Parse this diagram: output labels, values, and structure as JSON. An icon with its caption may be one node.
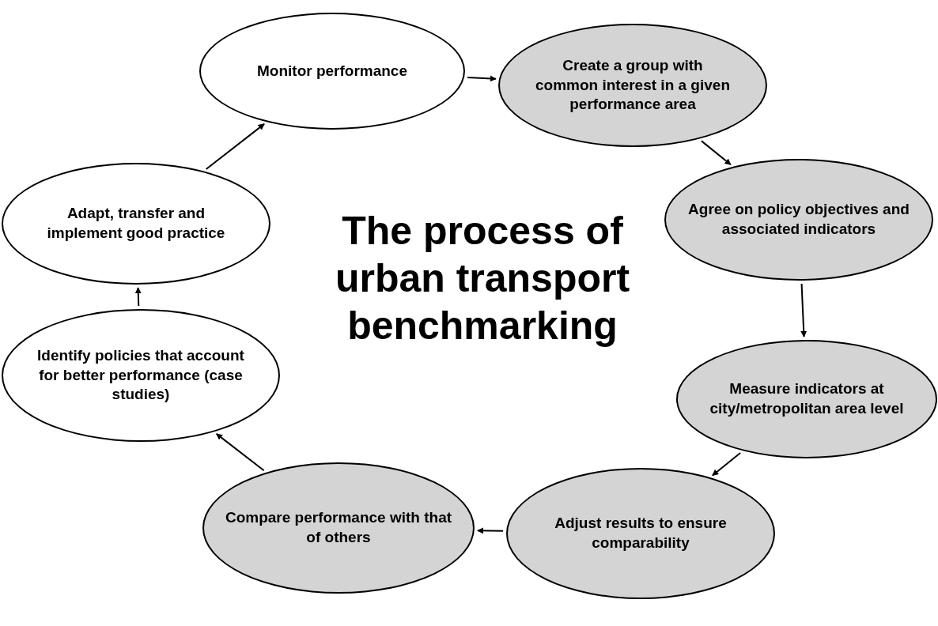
{
  "diagram": {
    "title": "The process of urban transport benchmarking",
    "nodes": [
      {
        "text": [
          "Monitor performance"
        ]
      },
      {
        "text": [
          "Create a group with common interest in a given performance area"
        ]
      },
      {
        "text": [
          "Agree on policy objectives and associated indicators"
        ]
      },
      {
        "text": [
          "Measure indicators at city/metropolitan area level"
        ]
      },
      {
        "text": [
          "Adjust results to ensure comparability"
        ]
      },
      {
        "text": [
          "Compare performance with that of others"
        ]
      },
      {
        "text": [
          "Identify policies that account for better performance (case studies)"
        ]
      },
      {
        "text": [
          "Adapt, transfer and implement good practice"
        ]
      }
    ],
    "edges": [
      {
        "from": 0,
        "to": 1,
        "arrow": "to"
      },
      {
        "from": 1,
        "to": 2,
        "arrow": "to"
      },
      {
        "from": 2,
        "to": 3,
        "arrow": "to"
      },
      {
        "from": 3,
        "to": 4,
        "arrow": "to"
      },
      {
        "from": 4,
        "to": 5,
        "arrow": "to"
      },
      {
        "from": 5,
        "to": 6,
        "arrow": "to"
      },
      {
        "from": 6,
        "to": 7,
        "arrow": "to"
      },
      {
        "from": 7,
        "to": 0,
        "arrow": "to"
      }
    ]
  }
}
